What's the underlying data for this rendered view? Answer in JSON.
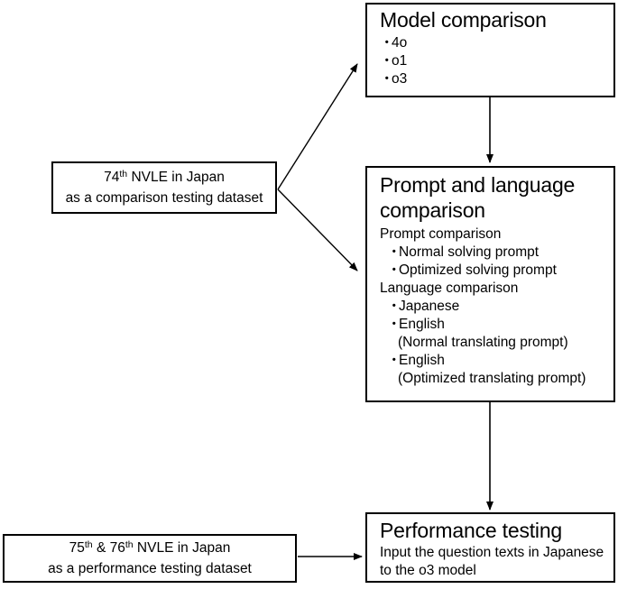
{
  "diagram": {
    "title": "Study design flowchart",
    "type": "flowchart",
    "stroke_color": "#000000",
    "background_color": "#ffffff"
  },
  "nodes": {
    "dataset_comparison": {
      "line1_prefix": "74",
      "line1_sup": "th",
      "line1_suffix": " NVLE in Japan",
      "line2": "as a comparison testing dataset"
    },
    "model_comparison": {
      "heading": "Model comparison",
      "items": [
        "4o",
        "o1",
        "o3"
      ],
      "bullet_glyph": "・"
    },
    "prompt_language_comparison": {
      "heading": "Prompt and language comparison",
      "section1_label": "Prompt comparison",
      "section1_items": [
        "Normal solving prompt",
        "Optimized solving prompt"
      ],
      "section2_label": "Language comparison",
      "section2_items": [
        {
          "text": "Japanese",
          "sub": ""
        },
        {
          "text": "English",
          "sub": "(Normal translating prompt)"
        },
        {
          "text": "English",
          "sub": "(Optimized translating prompt)"
        }
      ],
      "bullet_glyph": "・"
    },
    "performance_testing": {
      "heading": "Performance testing",
      "line1": "Input the question texts in Japanese",
      "line2": "to the o3 model"
    },
    "dataset_performance": {
      "line1_prefix": "75",
      "line1_sup1": "th",
      "line1_mid": " & 76",
      "line1_sup2": "th",
      "line1_suffix": " NVLE in Japan",
      "line2": "as a performance testing dataset"
    }
  },
  "edges": [
    {
      "name": "comparison-dataset-to-model-comparison",
      "style": "solid-arrow"
    },
    {
      "name": "comparison-dataset-to-prompt-language",
      "style": "solid-arrow"
    },
    {
      "name": "model-comparison-to-prompt-language",
      "style": "solid-arrow"
    },
    {
      "name": "prompt-language-to-performance-testing",
      "style": "solid-arrow"
    },
    {
      "name": "performance-dataset-to-performance-testing",
      "style": "solid-arrow"
    }
  ]
}
